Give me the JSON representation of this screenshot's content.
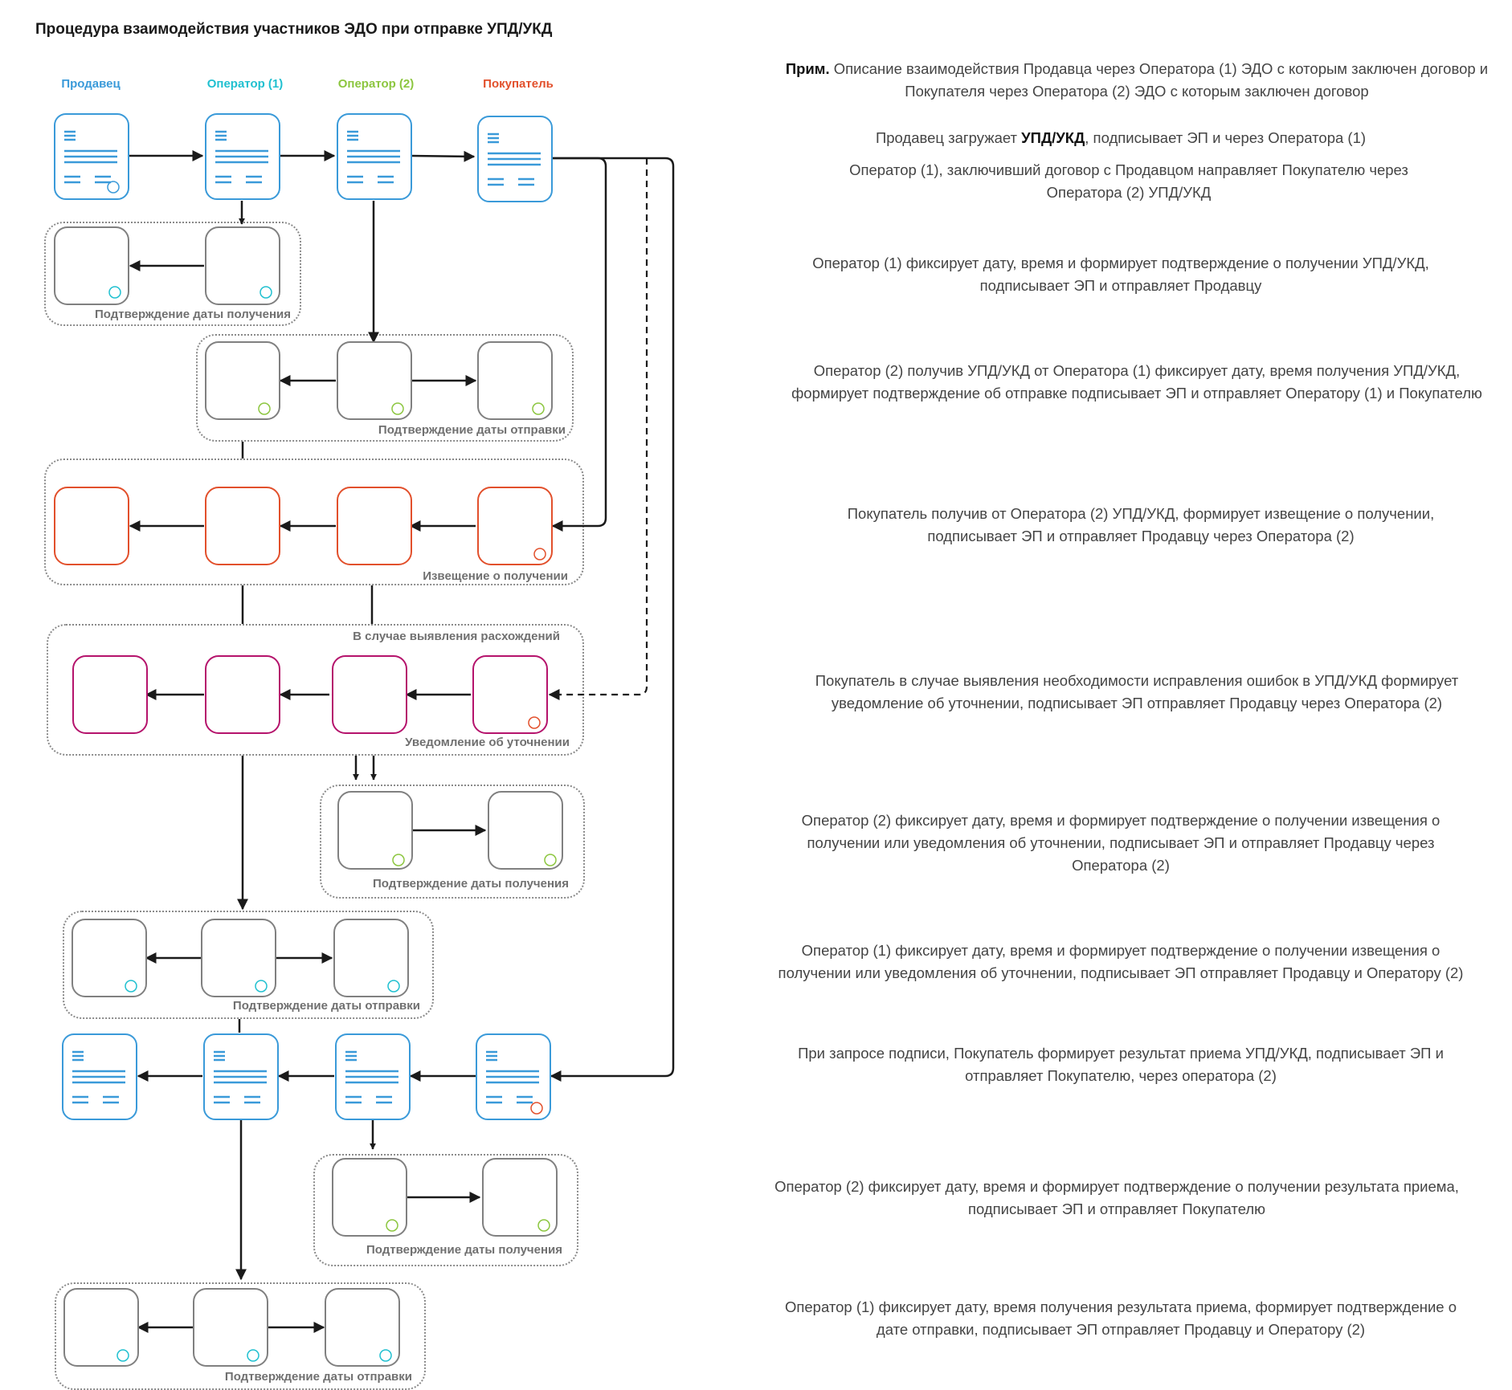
{
  "title": "Процедура взаимодействия участников ЭДО при отправке УПД/УКД",
  "colors": {
    "seller": "#3a9ad9",
    "operator1": "#20c0d0",
    "operator2": "#8cc63f",
    "buyer": "#e2502c",
    "clarification": "#b5136c",
    "neutral_box": "#808080",
    "arrow": "#1a1a1a",
    "group_border": "#8a8a8a"
  },
  "columns": [
    {
      "label": "Продавец",
      "color": "#3a9ad9"
    },
    {
      "label": "Оператор (1)",
      "color": "#20c0d0"
    },
    {
      "label": "Оператор (2)",
      "color": "#8cc63f"
    },
    {
      "label": "Покупатель",
      "color": "#e2502c"
    }
  ],
  "groups": {
    "g1": "Подтверждение даты получения",
    "g2": "Подтверждение даты отправки",
    "g3": "Извещение о получении",
    "g4": "В случае выявления расхождений",
    "g5": "Уведомление об уточнении",
    "g6": "Подтверждение даты получения",
    "g7": "Подтверждение даты отправки",
    "g8": "Подтверждение даты получения",
    "g9": "Подтверждение даты отправки"
  },
  "icons": {
    "document": "document-icon",
    "signature": "signature-seal-icon"
  },
  "notes": {
    "n0_bold": "Прим.",
    "n0": " Описание взаимодействия Продавца через Оператора (1) ЭДО с которым заключен договор и Покупателя через Оператора (2) ЭДО с которым заключен договор",
    "n1_a": "Продавец загружает ",
    "n1_bold": "УПД/УКД",
    "n1_b": ", подписывает ЭП и через Оператора (1)",
    "n2": "Оператор (1), заключивший договор с Продавцом направляет Покупателю через Оператора (2) УПД/УКД",
    "n3": "Оператор (1) фиксирует дату, время и формирует подтверждение о получении УПД/УКД, подписывает ЭП и отправляет Продавцу",
    "n4": "Оператор (2) получив УПД/УКД от Оператора (1) фиксирует дату, время получения УПД/УКД, формирует подтверждение об отправке подписывает ЭП и отправляет Оператору (1) и Покупателю",
    "n5": "Покупатель получив от Оператора (2) УПД/УКД, формирует извещение о получении, подписывает ЭП и отправляет Продавцу через Оператора (2)",
    "n6": "Покупатель в случае выявления необходимости исправления ошибок в УПД/УКД формирует уведомление об уточнении, подписывает ЭП отправляет Продавцу через Оператора (2)",
    "n7": "Оператор (2) фиксирует дату, время и формирует подтверждение о получении извещения о получении или уведомления об уточнении, подписывает ЭП и отправляет Продавцу через Оператора (2)",
    "n8": "Оператор (1) фиксирует дату, время и формирует подтверждение о получении извещения о получении или уведомления об уточнении, подписывает ЭП отправляет Продавцу и Оператору (2)",
    "n9": "При запросе подписи, Покупатель формирует результат приема УПД/УКД, подписывает ЭП и отправляет Покупателю, через оператора (2)",
    "n10": "Оператор (2) фиксирует дату, время и формирует подтверждение о получении результата приема, подписывает ЭП и отправляет Покупателю",
    "n11": "Оператор (1) фиксирует дату, время получения результата приема, формирует подтверждение о дате отправки, подписывает ЭП отправляет Продавцу и Оператору (2)"
  }
}
